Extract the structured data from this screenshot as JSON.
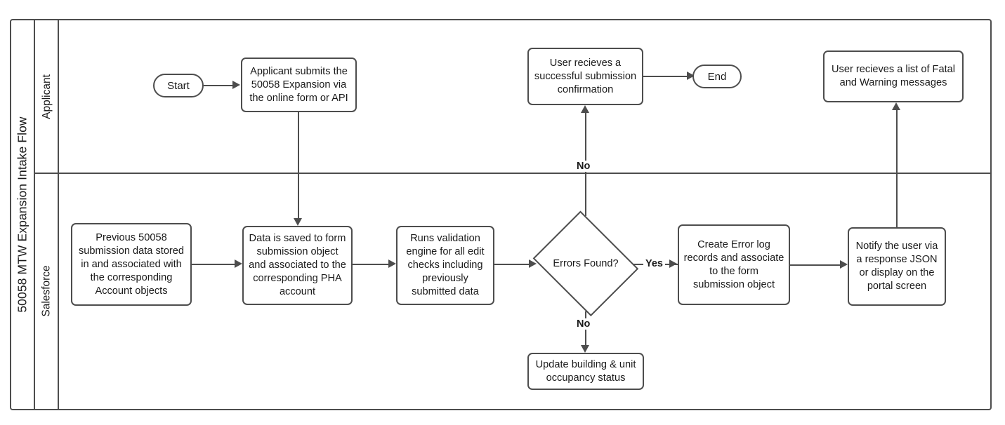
{
  "diagram": {
    "pool_title": "50058 MTW Expansion Intake Flow",
    "lanes": [
      {
        "label": "Applicant"
      },
      {
        "label": "Salesforce"
      }
    ],
    "nodes": {
      "start": "Start",
      "applicant_submits": "Applicant submits the 50058 Expansion via the online form or API",
      "success_confirmation": "User recieves a successful submission confirmation",
      "end": "End",
      "fatal_warning_list": "User recieves a list of Fatal and Warning messages",
      "previous_submission": "Previous 50058 submission data stored in and associated with the corresponding Account objects",
      "data_saved": "Data is saved to form submission object and associated to the corresponding PHA account",
      "validation_engine": "Runs validation engine for all edit checks including previously submitted data",
      "errors_found": "Errors Found?",
      "create_error_log": "Create Error log records and associate to the form submission object",
      "notify_user": "Notify the user via a response JSON or display on the portal screen",
      "update_occupancy": "Update building & unit occupancy status"
    },
    "edge_labels": {
      "no_up": "No",
      "yes_right": "Yes",
      "no_down": "No"
    },
    "colors": {
      "stroke": "#4d4d4d",
      "text": "#1a1a1a",
      "background": "#ffffff"
    }
  }
}
